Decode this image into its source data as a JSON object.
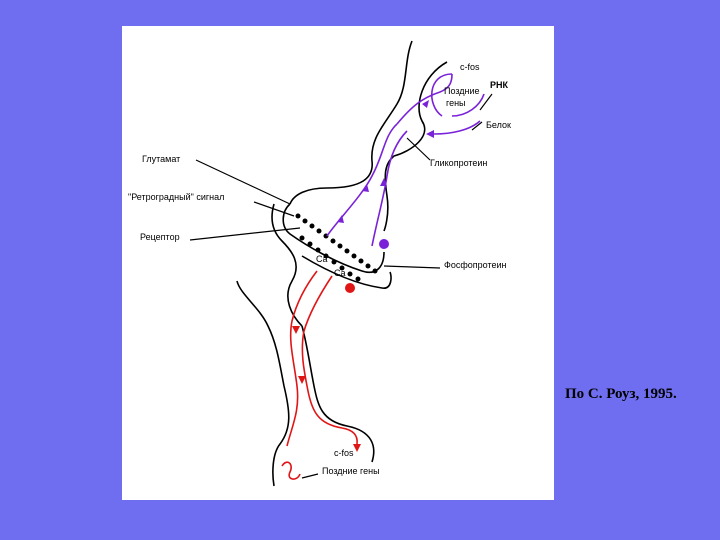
{
  "labels": {
    "glutamate": "Глутамат",
    "retrograde_signal": "\"Ретроградный\" сигнал",
    "receptor": "Рецептор",
    "cfos_top": "с-fos",
    "late_genes_top_1": "Поздние",
    "late_genes_top_2": "гены",
    "rna": "РНК",
    "protein": "Белок",
    "glycoproteins": "Гликопротеин",
    "phosphoproteins": "Фосфопротеин",
    "ca_1": "Ca",
    "ca_2": "Ca",
    "cfos_bottom": "с-fos",
    "late_genes_bottom": "Поздние гены"
  },
  "citation": "По С. Роуз, 1995.",
  "colors": {
    "background": "#6f6ef0",
    "panel": "#ffffff",
    "purple_pathway": "#7a22d8",
    "red_pathway": "#e01616",
    "outline": "#000000"
  }
}
